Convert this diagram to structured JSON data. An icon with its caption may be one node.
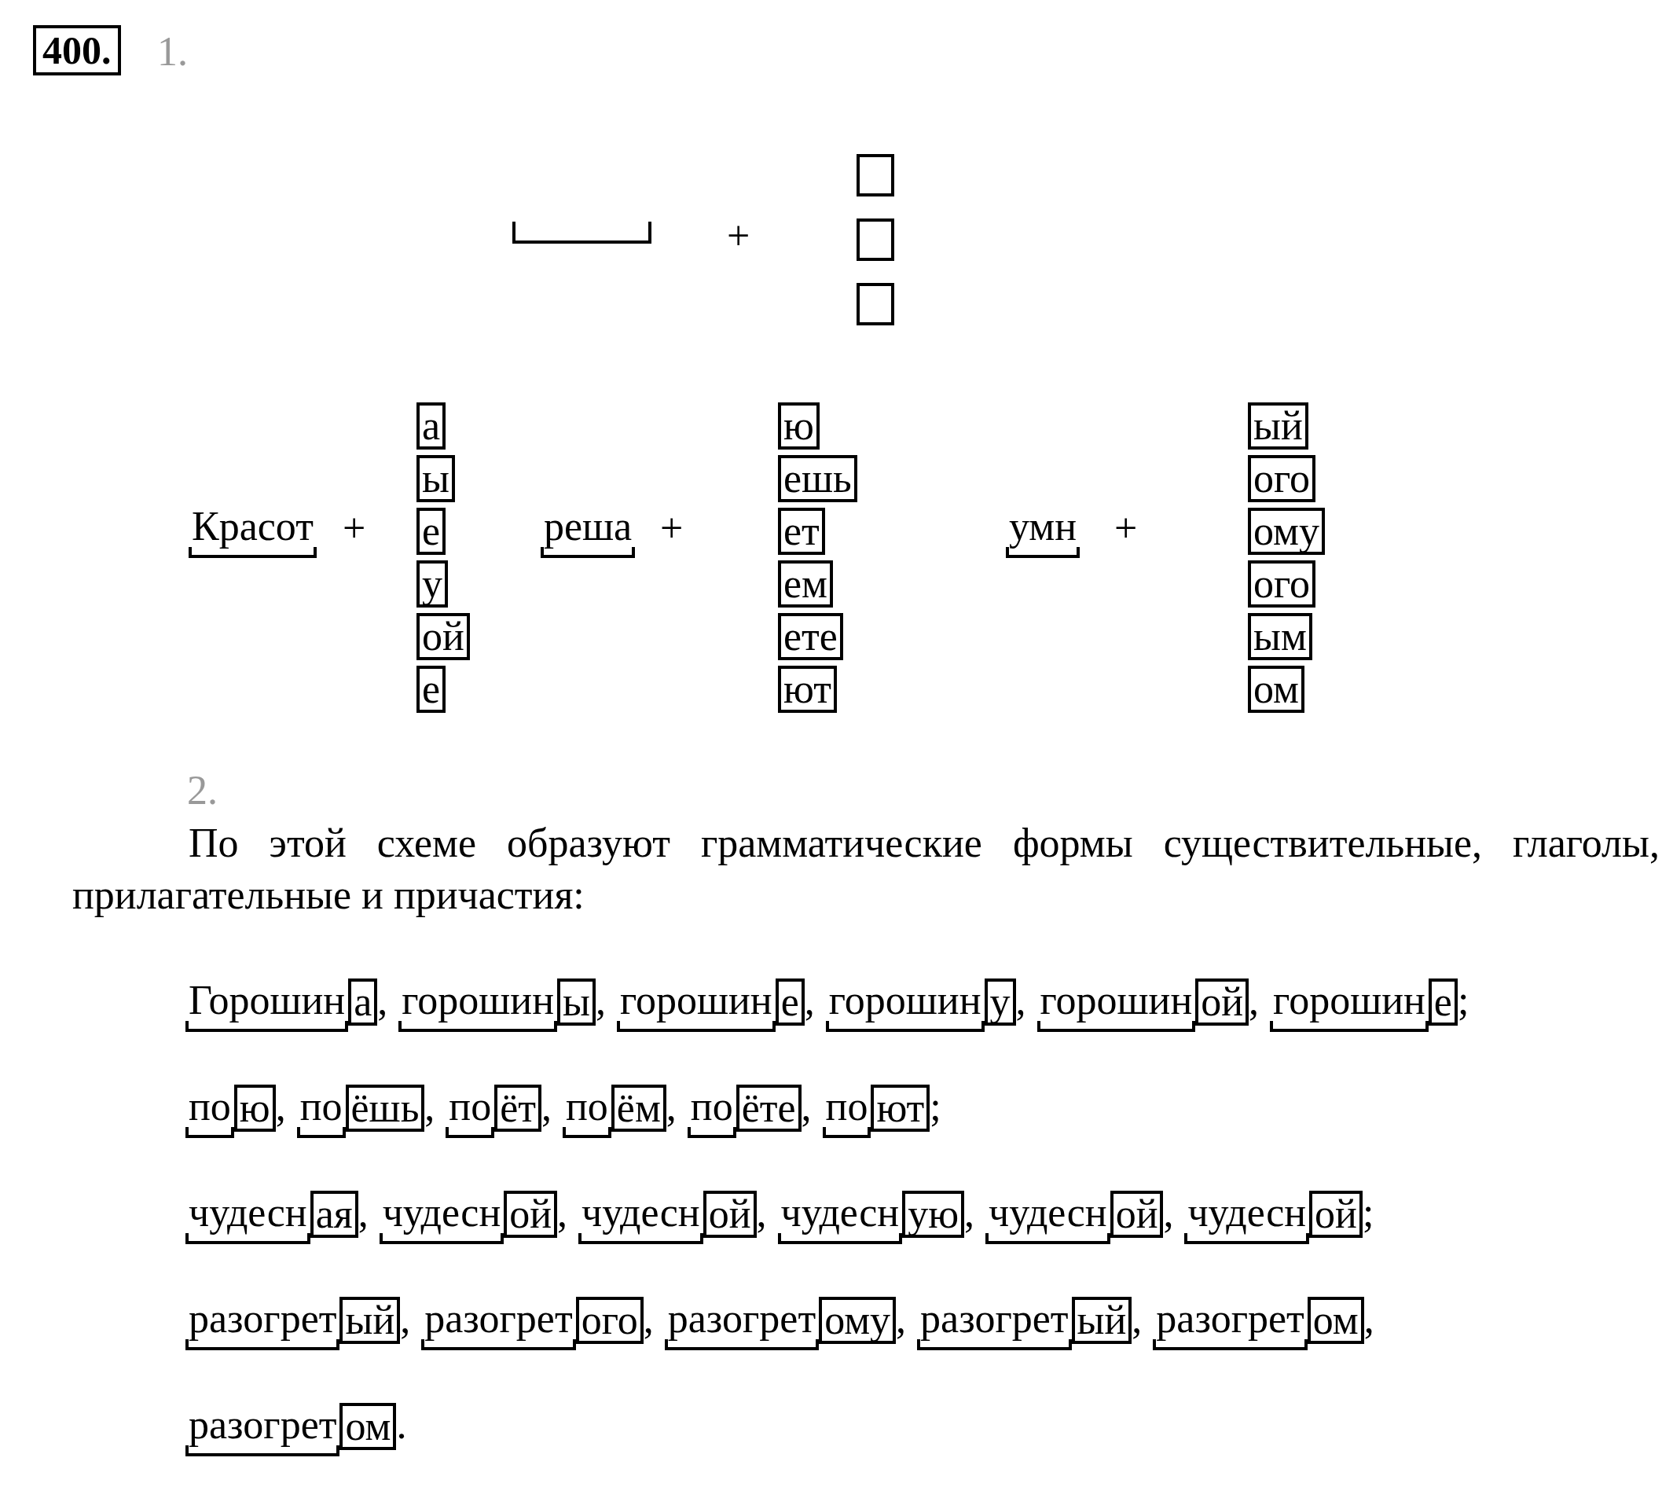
{
  "diagram": {
    "labels": [
      "400.",
      "1.",
      "+",
      "Красот",
      "+",
      "а",
      "ы",
      "е",
      "у",
      "ой",
      "е",
      "реша",
      "+",
      "ю",
      "ешь",
      "ет",
      "ем",
      "ете",
      "ют",
      "умн",
      "+",
      "ый",
      "ого",
      "ому",
      "ого",
      "ым",
      "ом",
      "2.",
      "По этой схеме образуют грамматические формы существительные, глаголы, прилагательные и причастия:",
      "Горошин",
      "а",
      ",",
      "горошин",
      "ы",
      ",",
      "горошин",
      "е",
      ",",
      "горошин",
      "у",
      ",",
      "горошин",
      "ой",
      ",",
      "горошин",
      "е",
      ";",
      "по",
      "ю",
      ",",
      "по",
      "ёшь",
      ",",
      "по",
      "ёт",
      ",",
      "по",
      "ём",
      ",",
      "по",
      "ёте",
      ",",
      "по",
      "ют",
      ";",
      "чудесн",
      "ая",
      ",",
      "чудесн",
      "ой",
      ",",
      "чудесн",
      "ой",
      ",",
      "чудесн",
      "ую",
      ",",
      "чудесн",
      "ой",
      ",",
      "чудесн",
      "ой",
      ";",
      "разогрет",
      "ый",
      ",",
      "разогрет",
      "ого",
      ",",
      "разогрет",
      "ому",
      ",",
      "разогрет",
      "ый",
      ",",
      "разогрет",
      "ом",
      ",",
      "разогрет",
      "ом",
      "."
    ]
  }
}
